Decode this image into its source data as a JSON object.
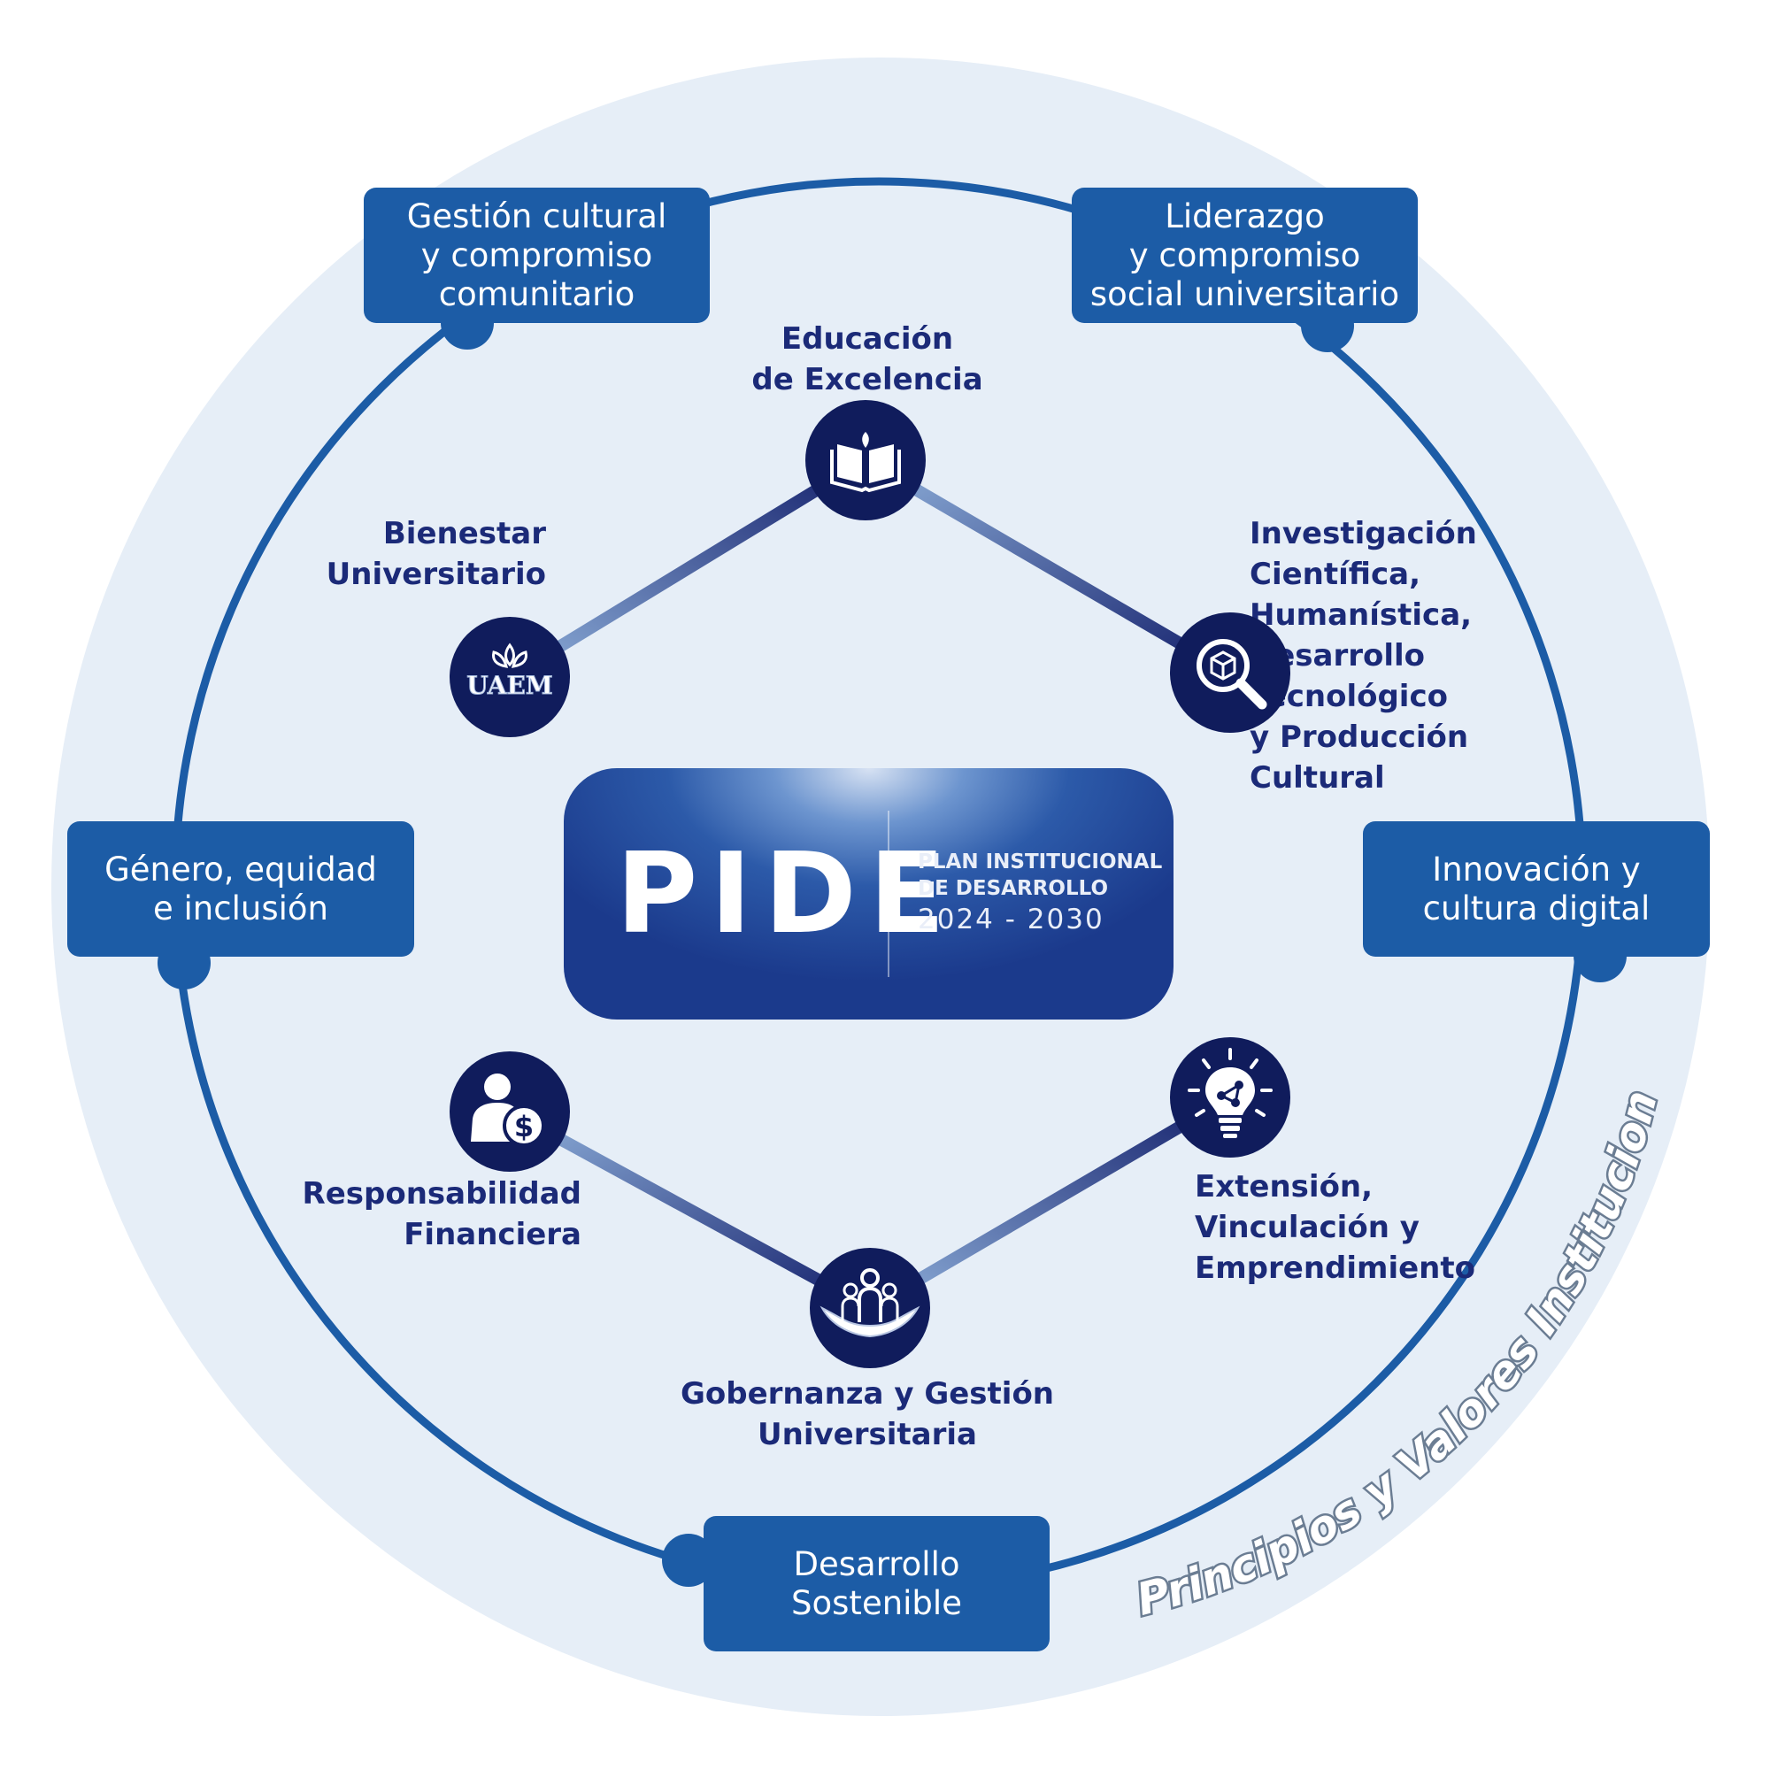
{
  "center": {
    "title": "PIDE",
    "subtitle_line1": "PLAN INSTITUCIONAL",
    "subtitle_line2": "DE DESARROLLO",
    "years": "2024 - 2030"
  },
  "axes": [
    {
      "id": "educacion",
      "label": "Educación\nde Excelencia",
      "icon": "book-icon"
    },
    {
      "id": "investigacion",
      "label": "Investigación\nCientífica,\nHumanística,\nDesarrollo\nTecnológico\ny Producción\nCultural",
      "icon": "research-magnifier-icon"
    },
    {
      "id": "extension",
      "label": "Extensión,\nVinculación y\nEmprendimiento",
      "icon": "lightbulb-network-icon"
    },
    {
      "id": "gobernanza",
      "label": "Gobernanza y Gestión\nUniversitaria",
      "icon": "hands-people-icon"
    },
    {
      "id": "responsabilidad",
      "label": "Responsabilidad\nFinanciera",
      "icon": "person-money-icon"
    },
    {
      "id": "bienestar",
      "label": "Bienestar\nUniversitario",
      "icon": "uaem-logo-icon",
      "logo_text": "UAEM"
    }
  ],
  "principles": [
    {
      "id": "gestion-cultural",
      "label": "Gestión cultural\ny compromiso\ncomunitario"
    },
    {
      "id": "liderazgo",
      "label": "Liderazgo\ny compromiso\nsocial universitario"
    },
    {
      "id": "innovacion",
      "label": "Innovación y\ncultura digital"
    },
    {
      "id": "desarrollo-sostenible",
      "label": "Desarrollo\nSostenible"
    },
    {
      "id": "genero",
      "label": "Género, equidad\ne inclusión"
    }
  ],
  "ring_label": "Principios y Valores Institucionales",
  "colors": {
    "outer_disc": "#e6eef7",
    "ring": "#1c5ca6",
    "box": "#1c5ca6",
    "node": "#101c5c",
    "text_dark": "#1b2a78",
    "edge_dark": "#131f6b",
    "edge_light": "#7fa1cf"
  }
}
